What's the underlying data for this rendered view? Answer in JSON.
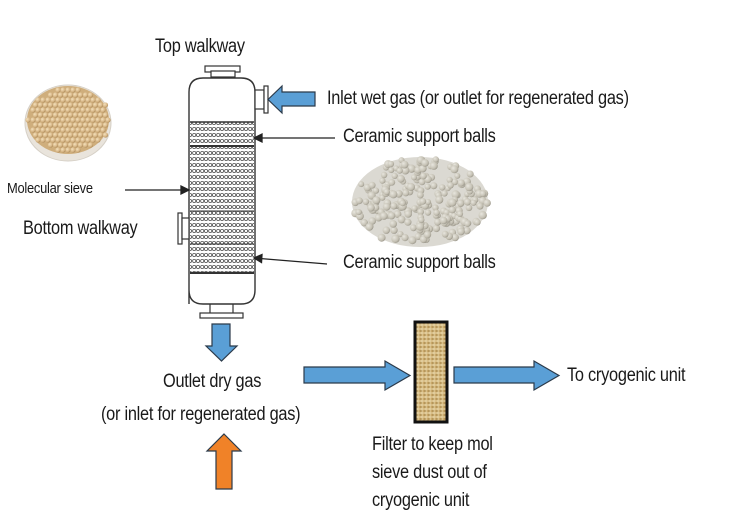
{
  "labels": {
    "top_walkway": "Top walkway",
    "inlet": "Inlet wet gas (or outlet for regenerated gas)",
    "ceramic_top": "Ceramic support balls",
    "molecular_sieve": "Molecular sieve",
    "bottom_walkway": "Bottom walkway",
    "ceramic_bottom": "Ceramic support balls",
    "outlet_line1": "Outlet dry gas",
    "outlet_line2": "(or inlet for regenerated gas)",
    "to_cryogenic": "To cryogenic unit",
    "filter_line1": "Filter to keep mol",
    "filter_line2": "sieve dust out of",
    "filter_line3": "cryogenic unit"
  },
  "images": {
    "molecular_sieve_photo": "molecular-sieve-beads-dish",
    "ceramic_balls_photo": "ceramic-support-balls-pile"
  },
  "colors": {
    "flow_arrow": "#5a9fd6",
    "regen_arrow": "#f08228",
    "arrow_outline": "#2b3a4a",
    "vessel_line": "#333333",
    "sieve_bead": "#d9b98a",
    "ceramic_bead": "#c9c6bb",
    "filter_fill": "#c9a86a"
  }
}
